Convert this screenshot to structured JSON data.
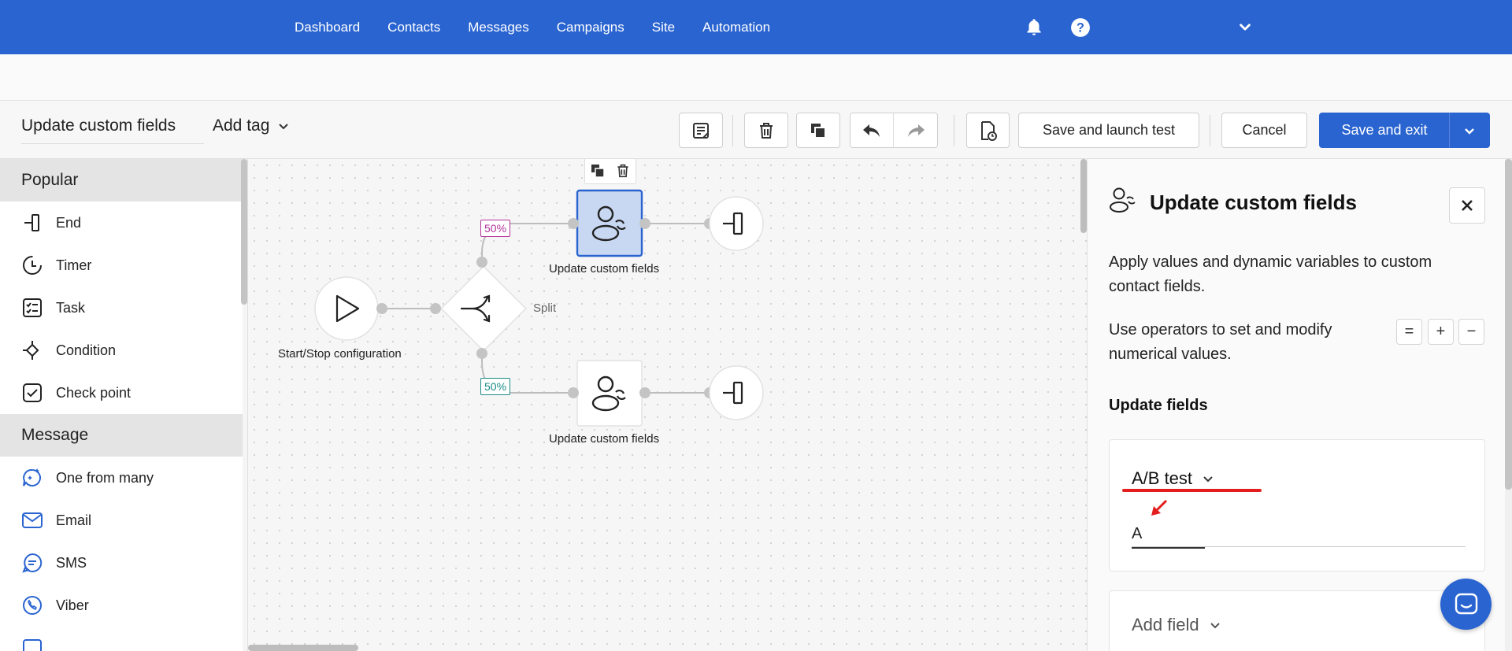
{
  "nav": {
    "links": [
      "Dashboard",
      "Contacts",
      "Messages",
      "Campaigns",
      "Site",
      "Automation"
    ],
    "icons": [
      "bell-icon",
      "help-icon",
      "chevron-down-icon"
    ]
  },
  "toolbar": {
    "title": "Update custom fields",
    "tag_label": "Add tag",
    "save_launch_label": "Save and launch test",
    "cancel_label": "Cancel",
    "save_exit_label": "Save and exit"
  },
  "sidebar": {
    "sections": [
      {
        "title": "Popular",
        "items": [
          {
            "label": "End",
            "icon": "end-icon"
          },
          {
            "label": "Timer",
            "icon": "timer-icon"
          },
          {
            "label": "Task",
            "icon": "task-icon"
          },
          {
            "label": "Condition",
            "icon": "condition-icon"
          },
          {
            "label": "Check point",
            "icon": "checkpoint-icon"
          }
        ]
      },
      {
        "title": "Message",
        "items": [
          {
            "label": "One from many",
            "icon": "one-from-many-icon"
          },
          {
            "label": "Email",
            "icon": "email-icon"
          },
          {
            "label": "SMS",
            "icon": "sms-icon"
          },
          {
            "label": "Viber",
            "icon": "viber-icon"
          }
        ]
      }
    ]
  },
  "canvas": {
    "start_label": "Start/Stop configuration",
    "split_label": "Split",
    "top_node_label": "Update custom fields",
    "bottom_node_label": "Update custom fields",
    "top_percent": "50%",
    "bottom_percent": "50%"
  },
  "panel": {
    "title": "Update custom fields",
    "description": "Apply values and dynamic variables to custom contact fields.",
    "operators_text": "Use operators to set and modify numerical values.",
    "operators": [
      "=",
      "+",
      "−"
    ],
    "update_fields_heading": "Update fields",
    "field_select": "A/B test",
    "field_value": "A",
    "add_field_label": "Add field"
  },
  "colors": {
    "brand": "#2a64d0",
    "selected_node_fill": "#c9d8f2",
    "highlight": "#e41e1e",
    "top_percent": "#b2339a",
    "bottom_percent": "#1a8b87"
  }
}
